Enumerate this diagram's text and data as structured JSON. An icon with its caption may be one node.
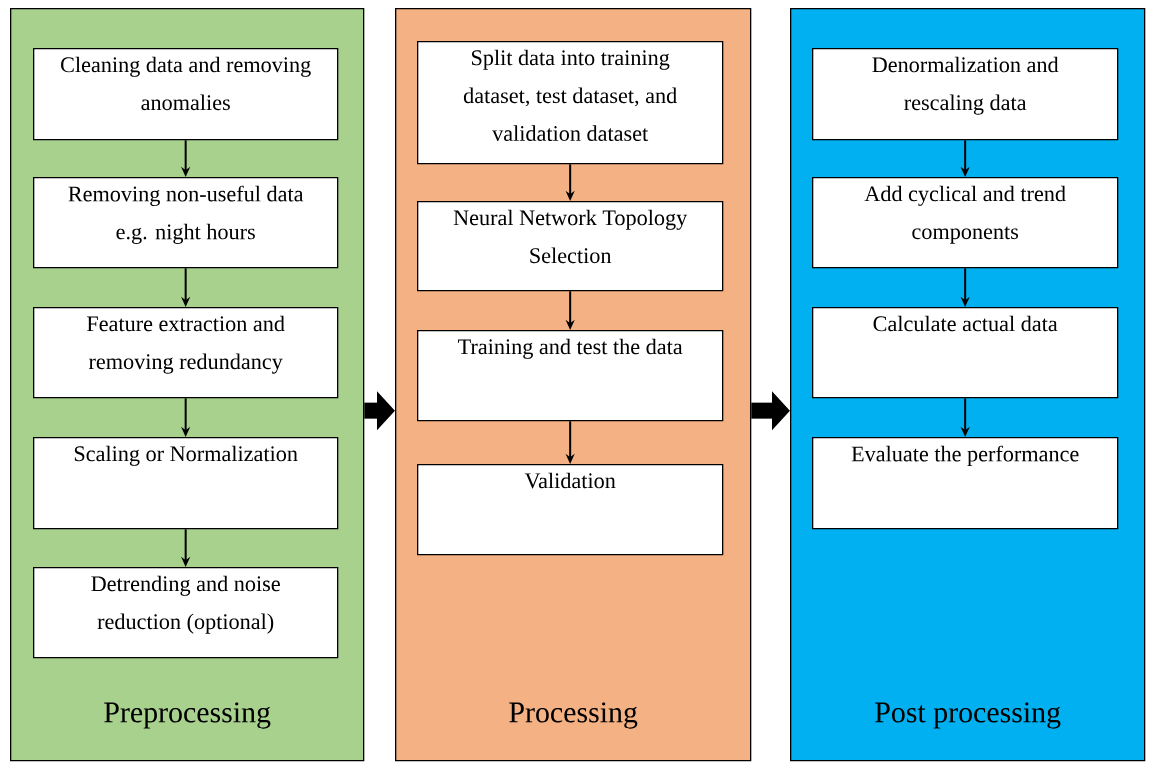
{
  "diagram": {
    "nodes": [
      {
        "text": [
          "Preprocessing"
        ]
      },
      {
        "text": [
          "Cleaning data and removing anomalies"
        ],
        "in": 0
      },
      {
        "text": [
          "Removing non-useful data e.g. night hours"
        ],
        "in": 0
      },
      {
        "text": [
          "Feature extraction and removing redundancy"
        ],
        "in": 0
      },
      {
        "text": [
          "Scaling or Normalization"
        ],
        "in": 0
      },
      {
        "text": [
          "Detrending and noise reduction (optional)"
        ],
        "in": 0
      },
      {
        "text": [
          "Processing"
        ]
      },
      {
        "text": [
          "Split data into training dataset, test dataset, and validation dataset"
        ],
        "in": 6
      },
      {
        "text": [
          "Neural Network Topology Selection"
        ],
        "in": 6
      },
      {
        "text": [
          "Training and test the data"
        ],
        "in": 6
      },
      {
        "text": [
          "Validation"
        ],
        "in": 6
      },
      {
        "text": [
          "Post processing"
        ]
      },
      {
        "text": [
          "Denormalization and rescaling data"
        ],
        "in": 11
      },
      {
        "text": [
          "Add cyclical and trend components"
        ],
        "in": 11
      },
      {
        "text": [
          "Calculate actual data"
        ],
        "in": 11
      },
      {
        "text": [
          "Evaluate the performance"
        ],
        "in": 11
      }
    ],
    "edges": [
      {
        "from": 1,
        "to": 2,
        "arrow": "to"
      },
      {
        "from": 2,
        "to": 3,
        "arrow": "to"
      },
      {
        "from": 3,
        "to": 4,
        "arrow": "to"
      },
      {
        "from": 4,
        "to": 5,
        "arrow": "to"
      },
      {
        "from": 7,
        "to": 8,
        "arrow": "to"
      },
      {
        "from": 8,
        "to": 9,
        "arrow": "to"
      },
      {
        "from": 9,
        "to": 10,
        "arrow": "to"
      },
      {
        "from": 12,
        "to": 13,
        "arrow": "to"
      },
      {
        "from": 13,
        "to": 14,
        "arrow": "to"
      },
      {
        "from": 14,
        "to": 15,
        "arrow": "to"
      },
      {
        "from": 0,
        "to": 6,
        "arrow": "to",
        "style": "thick"
      },
      {
        "from": 6,
        "to": 11,
        "arrow": "to",
        "style": "thick"
      }
    ]
  }
}
